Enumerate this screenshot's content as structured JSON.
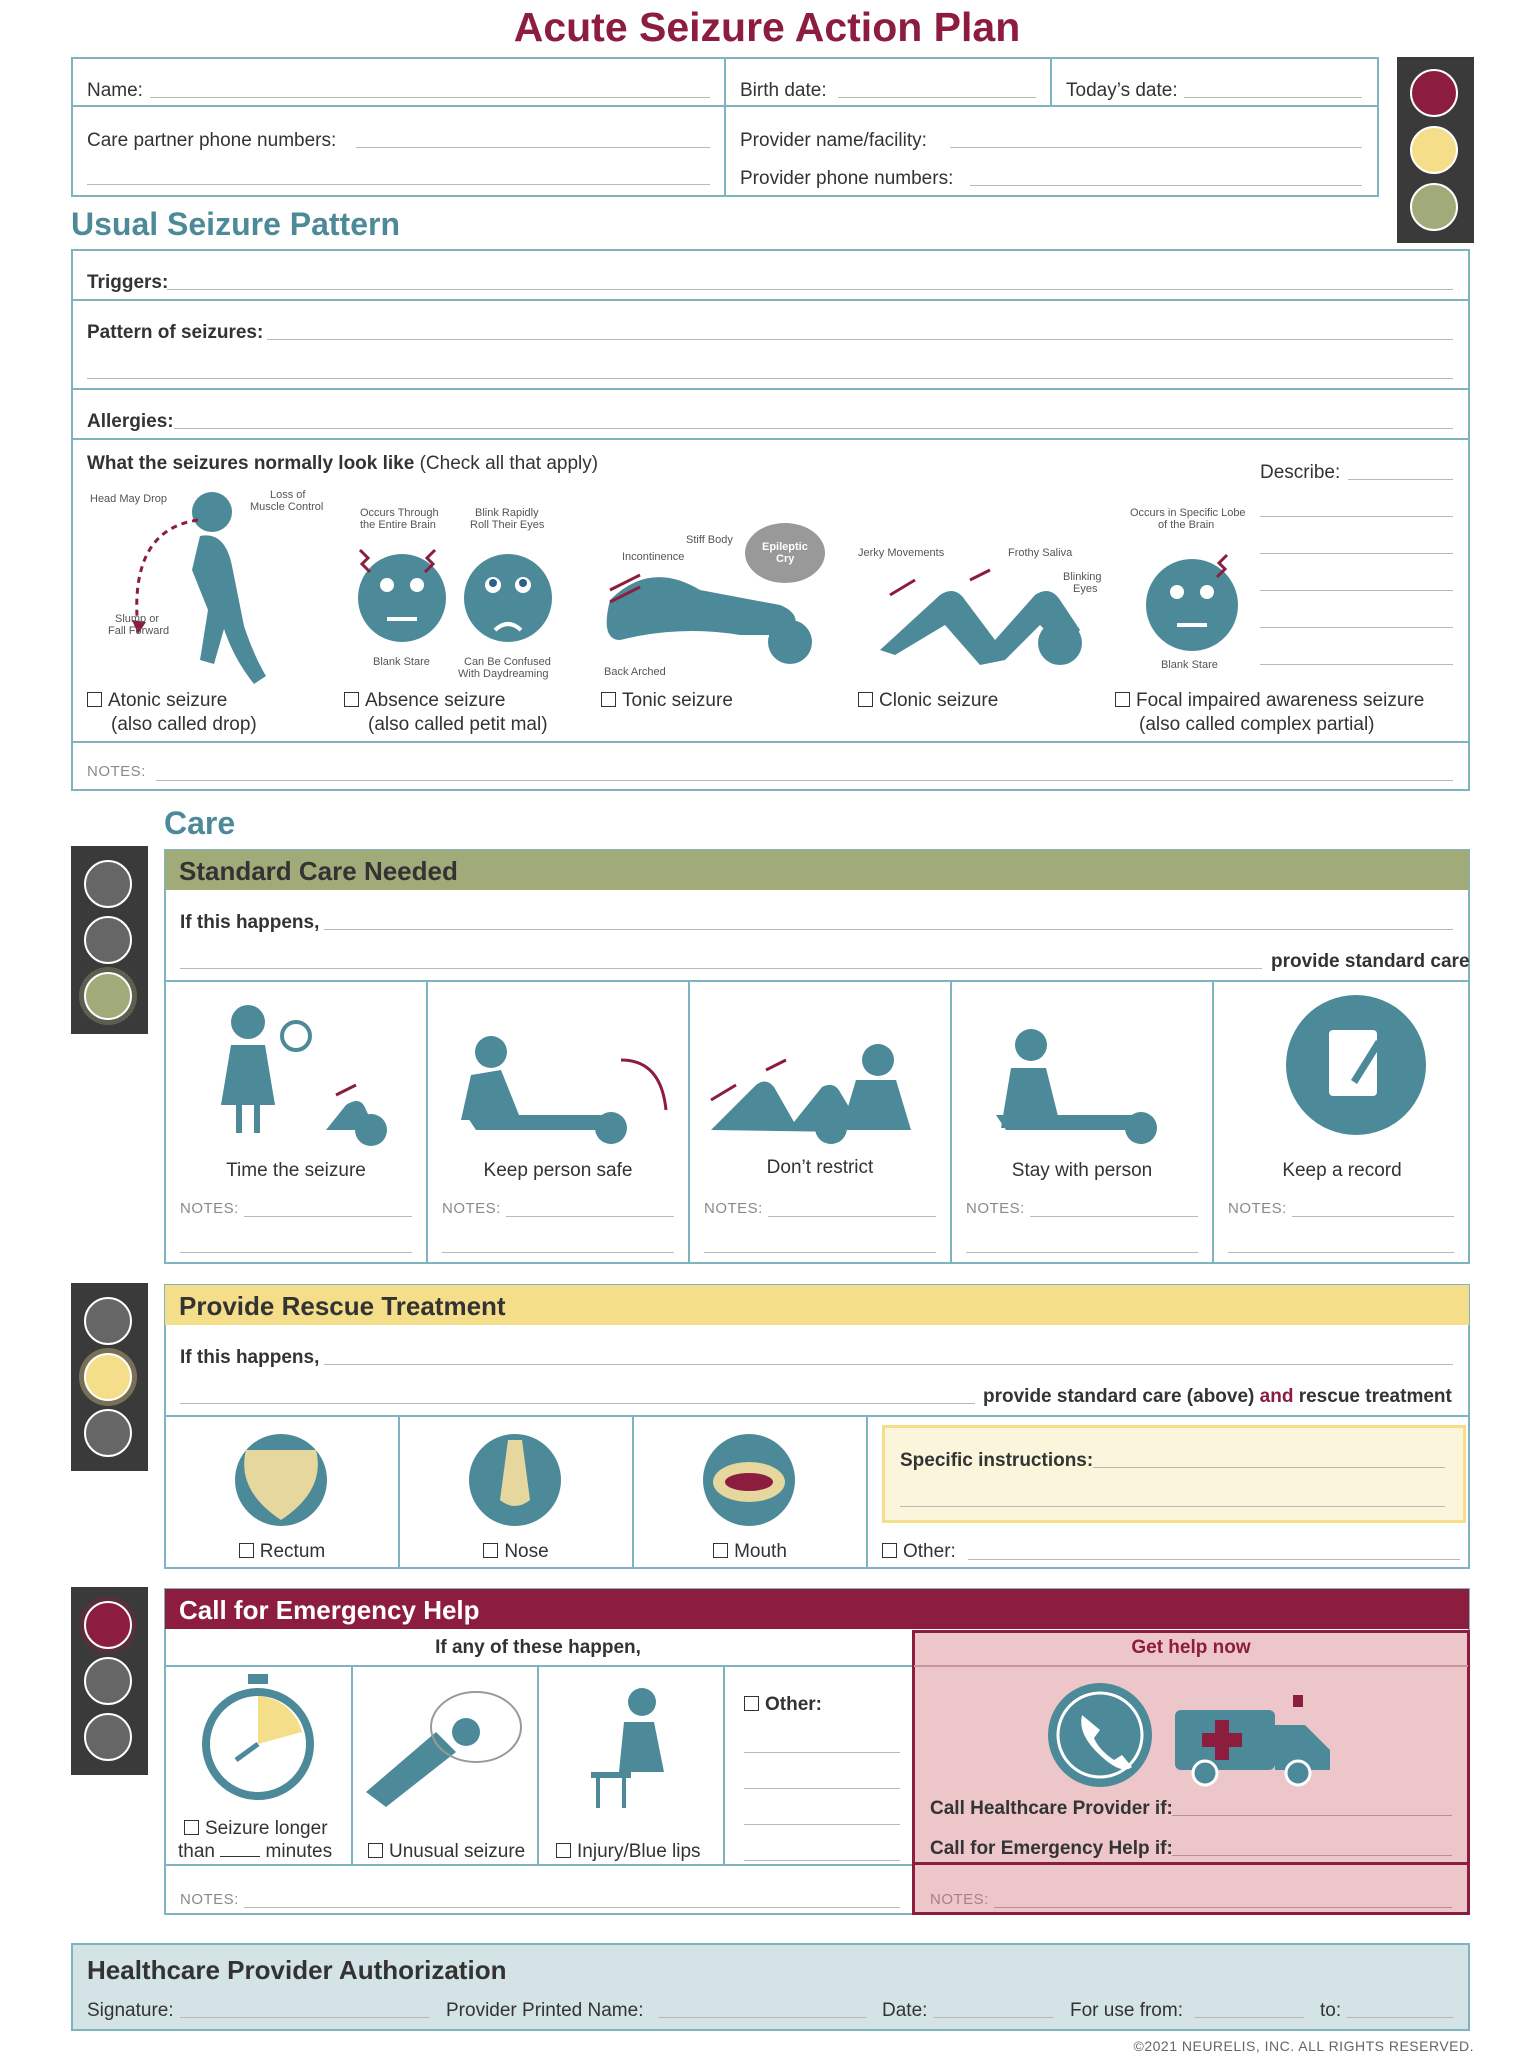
{
  "title": "Acute Seizure Action Plan",
  "patient": {
    "name": "Name:",
    "birth": "Birth date:",
    "today": "Today’s date:",
    "care_phone": "Care partner phone numbers:",
    "provider": "Provider name/facility:",
    "provider_phone": "Provider phone numbers:"
  },
  "usual": {
    "heading": "Usual Seizure Pattern",
    "triggers": "Triggers:",
    "pattern": "Pattern of seizures:",
    "allergies": "Allergies:",
    "look_bold": "What the seizures normally look like",
    "look_rest": "(Check all that apply)",
    "describe": "Describe:",
    "notes": "NOTES:",
    "types": [
      {
        "l1": "Atonic seizure",
        "l2": "(also called drop)"
      },
      {
        "l1": "Absence seizure",
        "l2": "(also called petit mal)"
      },
      {
        "l1": "Tonic seizure",
        "l2": ""
      },
      {
        "l1": "Clonic seizure",
        "l2": ""
      },
      {
        "l1": "Focal impaired awareness seizure",
        "l2": "(also called complex partial)"
      }
    ],
    "ann": {
      "head_drop": "Head May Drop",
      "loss": "Loss of",
      "muscle": "Muscle Control",
      "slump": "Slump or",
      "fall": "Fall Forward",
      "occurs1": "Occurs Through",
      "occurs2": "the Entire Brain",
      "blink1": "Blink Rapidly",
      "blink2": "Roll Their Eyes",
      "blank": "Blank Stare",
      "confused1": "Can Be Confused",
      "confused2": "With Daydreaming",
      "stiff": "Stiff Body",
      "incont": "Incontinence",
      "epi1": "Epileptic",
      "epi2": "Cry",
      "arched": "Back Arched",
      "jerky": "Jerky Movements",
      "frothy": "Frothy Saliva",
      "blinking1": "Blinking",
      "blinking2": "Eyes",
      "lobe1": "Occurs in Specific Lobe",
      "lobe2": "of the Brain",
      "blank2": "Blank Stare"
    }
  },
  "care": {
    "heading": "Care",
    "standard": "Standard Care Needed",
    "if_happens": "If this happens,",
    "provide_std": "provide standard care",
    "notes": "NOTES:",
    "std_items": [
      "Time the seizure",
      "Keep person safe",
      "Don’t restrict",
      "Stay with person",
      "Keep a record"
    ],
    "rescue": "Provide Rescue Treatment",
    "provide_rescue_a": "provide standard care (above)",
    "provide_rescue_and": "and",
    "provide_rescue_b": "rescue treatment",
    "routes": [
      "Rectum",
      "Nose",
      "Mouth"
    ],
    "specific": "Specific instructions:",
    "other": "Other:",
    "emergency": "Call for Emergency Help",
    "any": "If any of these happen,",
    "get_help": "Get help now",
    "seiz_a": "Seizure longer",
    "seiz_b": "than",
    "seiz_c": "minutes",
    "unusual": "Unusual seizure",
    "injury": "Injury/Blue lips",
    "other2": "Other:",
    "call_provider": "Call Healthcare Provider if:",
    "call_emerg": "Call for Emergency Help if:"
  },
  "auth": {
    "heading": "Healthcare Provider Authorization",
    "sig": "Signature:",
    "printed": "Provider Printed Name:",
    "date": "Date:",
    "from": "For use from:",
    "to": "to:"
  },
  "copyright": "©2021 NEURELIS, INC. ALL RIGHTS RESERVED.",
  "colors": {
    "teal": "#4d8a99",
    "red": "#8c1d3e",
    "yellow": "#f5de8a",
    "green": "#a1ab7a",
    "pink": "#ecc6c9"
  }
}
